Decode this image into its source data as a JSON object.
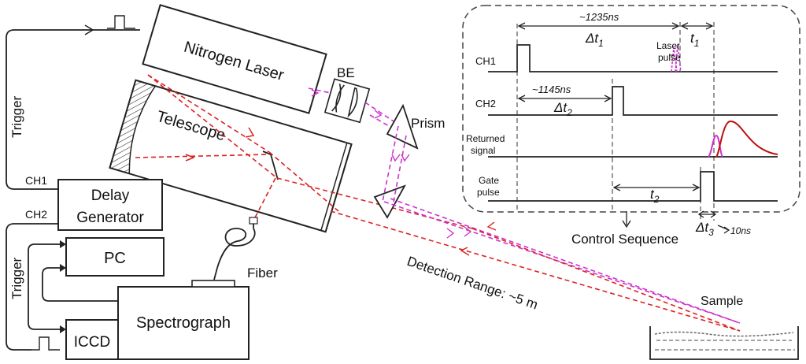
{
  "components": {
    "nitrogen_laser": "Nitrogen Laser",
    "telescope": "Telescope",
    "beam_expander": "BE",
    "prism": "Prism",
    "delay_generator_line1": "Delay",
    "delay_generator_line2": "Generator",
    "pc": "PC",
    "spectrograph": "Spectrograph",
    "iccd": "ICCD",
    "fiber": "Fiber",
    "sample": "Sample"
  },
  "wiring": {
    "trigger_top": "Trigger",
    "trigger_bottom": "Trigger",
    "ch1": "CH1",
    "ch2": "CH2"
  },
  "beam": {
    "detection_range": "Detection Range: ~5 m"
  },
  "timing": {
    "caption": "Control Sequence",
    "rows": {
      "ch1": "CH1",
      "ch2": "CH2",
      "returned_line1": "Returned",
      "returned_line2": "signal",
      "gate_line1": "Gate",
      "gate_line2": "pulse"
    },
    "laser_pulse_line1": "Laser",
    "laser_pulse_line2": "pulse",
    "dt1_value": "~1235ns",
    "dt1_symbol": "Δt",
    "dt1_sub": "1",
    "t1_symbol": "t",
    "t1_sub": "1",
    "dt2_value": "~1145ns",
    "dt2_symbol": "Δt",
    "dt2_sub": "2",
    "t2_symbol": "t",
    "t2_sub": "2",
    "dt3_symbol": "Δt",
    "dt3_sub": "3",
    "dt3_value": "10ns"
  },
  "colors": {
    "laser_beam": "#cc33cc",
    "return_beam": "#dd2222",
    "returned_signal": "#bb1111",
    "line": "#222222"
  }
}
